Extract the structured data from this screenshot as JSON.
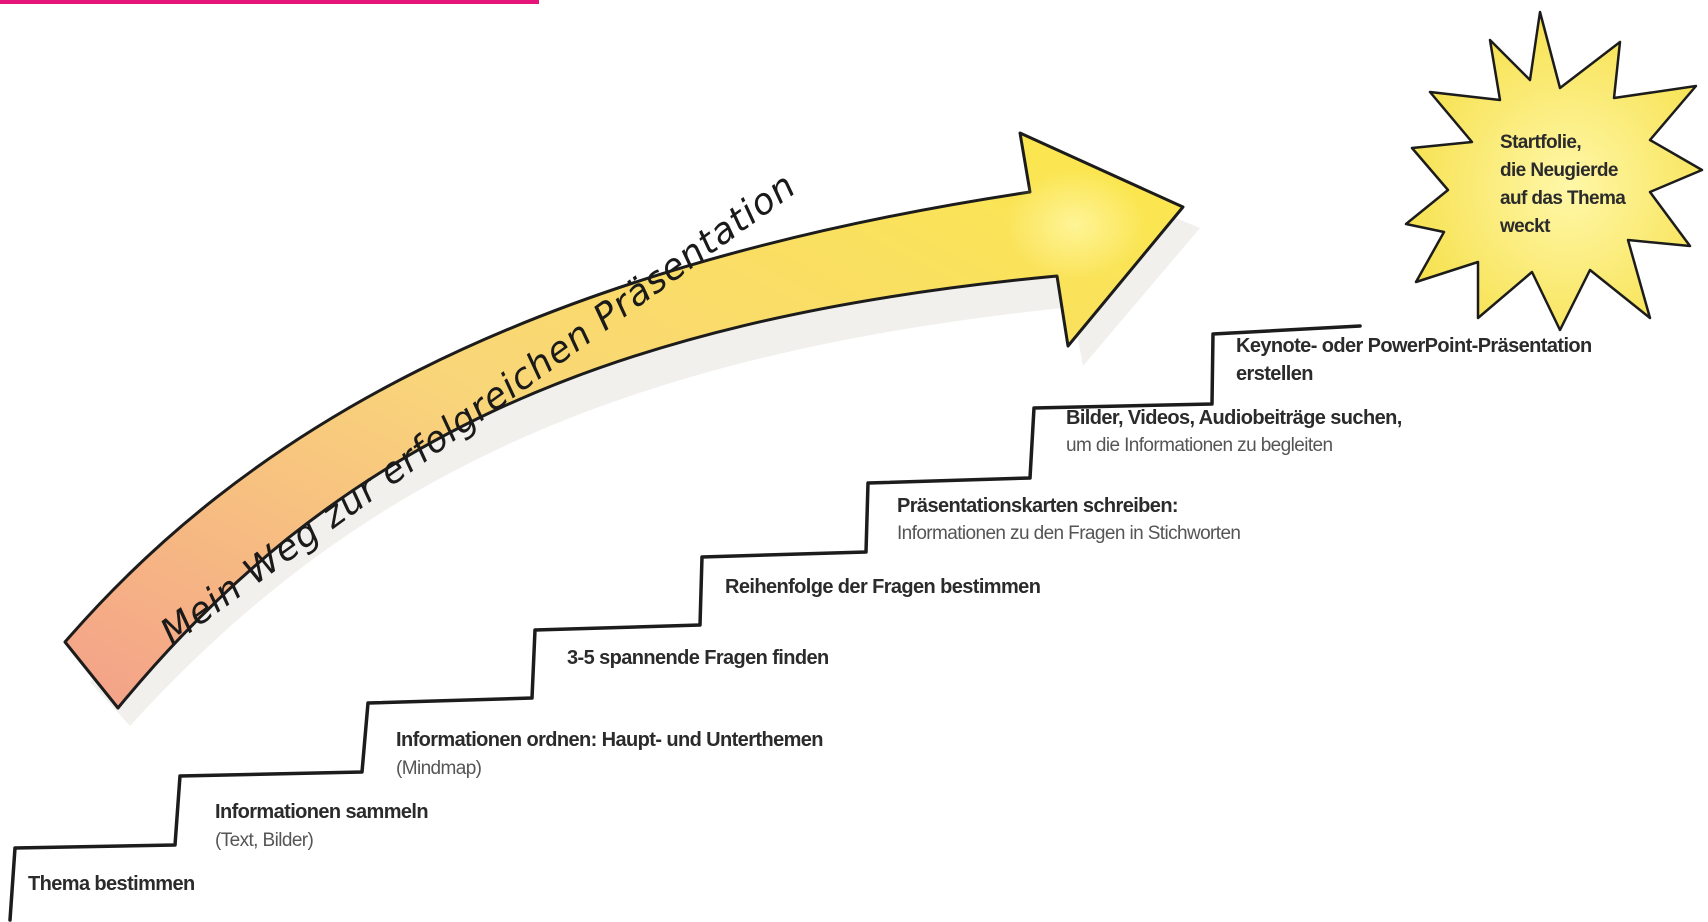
{
  "arrow": {
    "label": "Mein Weg zur erfolgreichen Präsentation",
    "gradient_start": "#f4a08a",
    "gradient_end": "#fbe94a"
  },
  "star": {
    "lines": [
      "Startfolie,",
      "die Neugierde",
      "auf das Thema",
      "weckt"
    ],
    "color": "#f6e04a"
  },
  "steps": [
    {
      "main": "Thema bestimmen",
      "sub": ""
    },
    {
      "main": "Informationen sammeln",
      "sub": "(Text, Bilder)"
    },
    {
      "main": "Informationen ordnen: Haupt- und Unterthemen",
      "sub": "(Mindmap)"
    },
    {
      "main": "3-5 spannende Fragen finden",
      "sub": ""
    },
    {
      "main": "Reihenfolge der Fragen bestimmen",
      "sub": ""
    },
    {
      "main": "Präsentationskarten schreiben:",
      "sub": "Informationen zu den Fragen in Stichworten"
    },
    {
      "main": "Bilder, Videos, Audiobeiträge suchen,",
      "sub": "um die Informationen zu begleiten"
    },
    {
      "main": "Keynote- oder PowerPoint-Präsentation",
      "sub": "erstellen"
    }
  ],
  "colors": {
    "accent_bar": "#e6157a",
    "stroke": "#1c1c1c"
  }
}
